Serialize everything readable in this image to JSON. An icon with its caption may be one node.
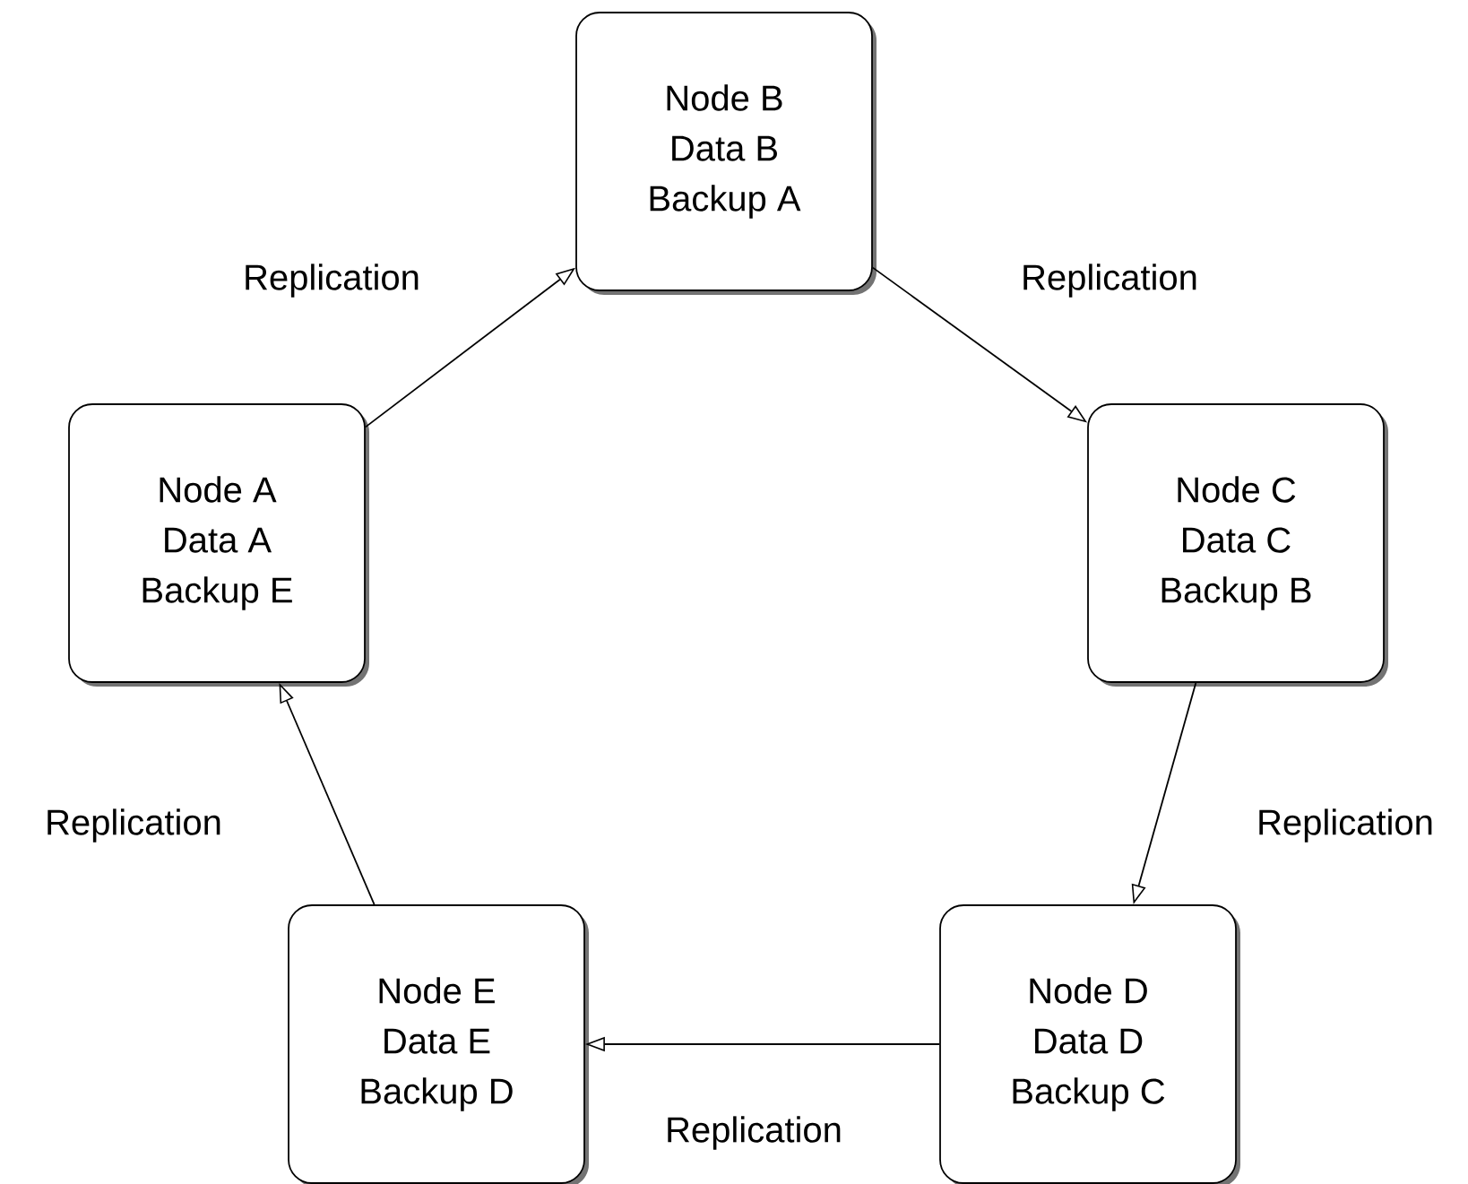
{
  "diagram": {
    "nodes": [
      {
        "text": [
          "Node A",
          "Data A",
          "Backup E"
        ]
      },
      {
        "text": [
          "Node B",
          "Data B",
          "Backup A"
        ]
      },
      {
        "text": [
          "Node C",
          "Data C",
          "Backup B"
        ]
      },
      {
        "text": [
          "Node D",
          "Data D",
          "Backup C"
        ]
      },
      {
        "text": [
          "Node E",
          "Data E",
          "Backup D"
        ]
      }
    ],
    "edges": [
      {
        "from": 0,
        "to": 1,
        "arrow": "to",
        "label": "Replication"
      },
      {
        "from": 1,
        "to": 2,
        "arrow": "to",
        "label": "Replication"
      },
      {
        "from": 2,
        "to": 3,
        "arrow": "to",
        "label": "Replication"
      },
      {
        "from": 3,
        "to": 4,
        "arrow": "to",
        "label": "Replication"
      },
      {
        "from": 4,
        "to": 0,
        "arrow": "to",
        "label": "Replication"
      }
    ]
  }
}
